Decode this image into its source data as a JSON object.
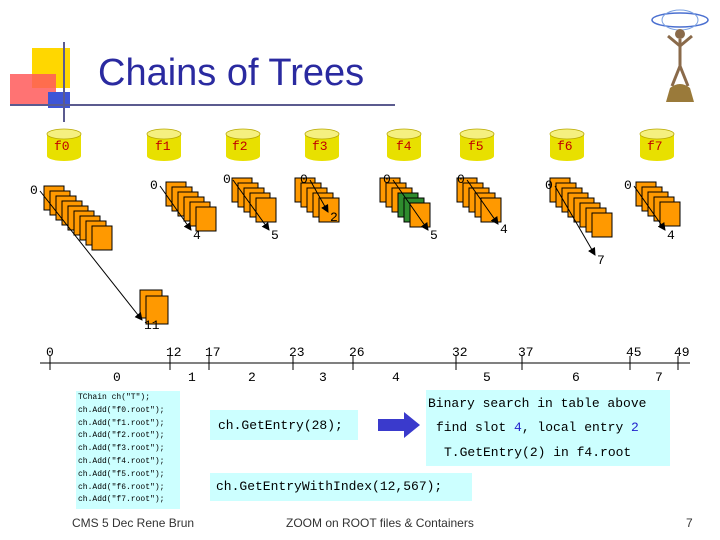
{
  "slide": {
    "title": "Chains of Trees",
    "footer_left": "CMS 5 Dec  Rene Brun",
    "footer_center": "ZOOM on ROOT files & Containers",
    "page_number": "7"
  },
  "files": [
    {
      "label": "f0",
      "start": "0"
    },
    {
      "label": "f1",
      "start": "0"
    },
    {
      "label": "f2",
      "start": "0"
    },
    {
      "label": "f3",
      "start": "0"
    },
    {
      "label": "f4",
      "start": "0"
    },
    {
      "label": "f5",
      "start": "0"
    },
    {
      "label": "f6",
      "start": "0"
    },
    {
      "label": "f7",
      "start": "0"
    }
  ],
  "tree_ends": [
    "11",
    "4",
    "5",
    "2",
    "5",
    "4",
    "7",
    "4"
  ],
  "axis": {
    "offsets": [
      "0",
      "12",
      "17",
      "23",
      "26",
      "32",
      "37",
      "45",
      "49"
    ],
    "slots": [
      "0",
      "1",
      "2",
      "3",
      "4",
      "5",
      "6",
      "7"
    ]
  },
  "code": [
    "TChain ch(\"T\");",
    "ch.Add(\"f0.root\");",
    "ch.Add(\"f1.root\");",
    "ch.Add(\"f2.root\");",
    "ch.Add(\"f3.root\");",
    "ch.Add(\"f4.root\");",
    "ch.Add(\"f5.root\");",
    "ch.Add(\"f6.root\");",
    "ch.Add(\"f7.root\");"
  ],
  "get_entry": "ch.GetEntry(28);",
  "explanation": {
    "line1": "Binary search in table above",
    "line2_a": "find slot ",
    "line2_slot": "4",
    "line2_b": ", local entry ",
    "line2_entry": "2",
    "line3": "T.GetEntry(2) in f4.root"
  },
  "get_entry_index": "ch.GetEntryWithIndex(12,567);",
  "colors": {
    "title": "#2a2aa0",
    "file_label": "#c00000",
    "cylinder": "#e8e000",
    "card": "#ff9900",
    "card_highlight": "#2e8b2e",
    "code_bg": "#ccffff",
    "arrow": "#3a3acc",
    "highlight_text": "#2222cc"
  },
  "icons": [
    "atlas-figure-logo"
  ]
}
